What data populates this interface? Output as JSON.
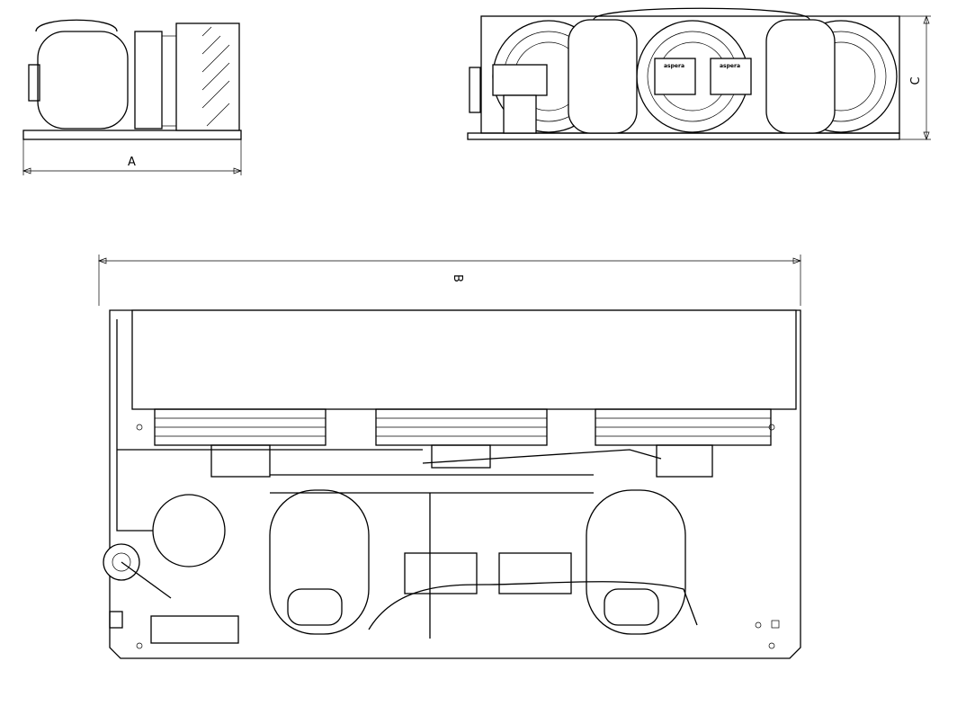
{
  "dimensions": {
    "width_label": "A",
    "length_label": "B",
    "height_label": "C"
  },
  "component_labels": [
    "aspera",
    "aspera"
  ]
}
